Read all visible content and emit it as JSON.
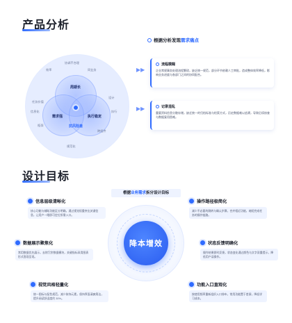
{
  "section1": {
    "title": "产品分析",
    "heading_prefix": "根据分析发现",
    "heading_highlight": "需求痛点",
    "venn": {
      "circles": [
        "周期长",
        "需求强",
        "执行稳定"
      ],
      "center_label": "抗风险差",
      "outer_labels": [
        "协调不合理",
        "效率",
        "同业务",
        "任务价值",
        "设计",
        "信息化",
        "执行",
        "瓶颈",
        "跨组件",
        "规范化"
      ]
    },
    "cards": [
      {
        "title": "流程模糊",
        "text": "企业常规事务处理流程繁琐，缺乏统一规范，部分环节依赖人工审批，造成整体效率降低，影响业务进度与各部门之间的协同配合。"
      },
      {
        "title": "记录混乱",
        "text": "重要资料信息分散存储，缺乏统一的归档标准与检索方式，历史数据难以追溯，导致后续核查与数据复用困难。"
      }
    ]
  },
  "section2": {
    "title": "设计目标",
    "banner_prefix": "根据",
    "banner_highlight": "业务需求",
    "banner_suffix": "拆分设计目标",
    "core_label": "降本增效",
    "goals": [
      {
        "title": "信息层级清晰化",
        "text": "核心功能与辅助功能区分明确，通过视觉权重突出关键信息，让用户一眼即可定位所需入口。"
      },
      {
        "title": "操作路径极简化",
        "text": "减少不必要的跳转与确认步骤，合并相近功能，缩短完成任务的操作链路。"
      },
      {
        "title": "数据展示聚焦化",
        "text": "常用数据优先展示，去除冗余数据模块，关键指标采用图表形式直观呈现。"
      },
      {
        "title": "状态反馈明确化",
        "text": "操作结果即时反馈，状态变化通过颜色与文字双重提示，降低用户误操作。"
      },
      {
        "title": "视觉风格轻量化",
        "text": "统一图标与配色规范，减少装饰元素，保持界面清爽简洁，提升阅读舒适度约 30%。"
      },
      {
        "title": "功能入口直观化",
        "text": "按使用频率重新组织入口排布，常用功能置于首屏，降低学习成本。"
      }
    ]
  }
}
